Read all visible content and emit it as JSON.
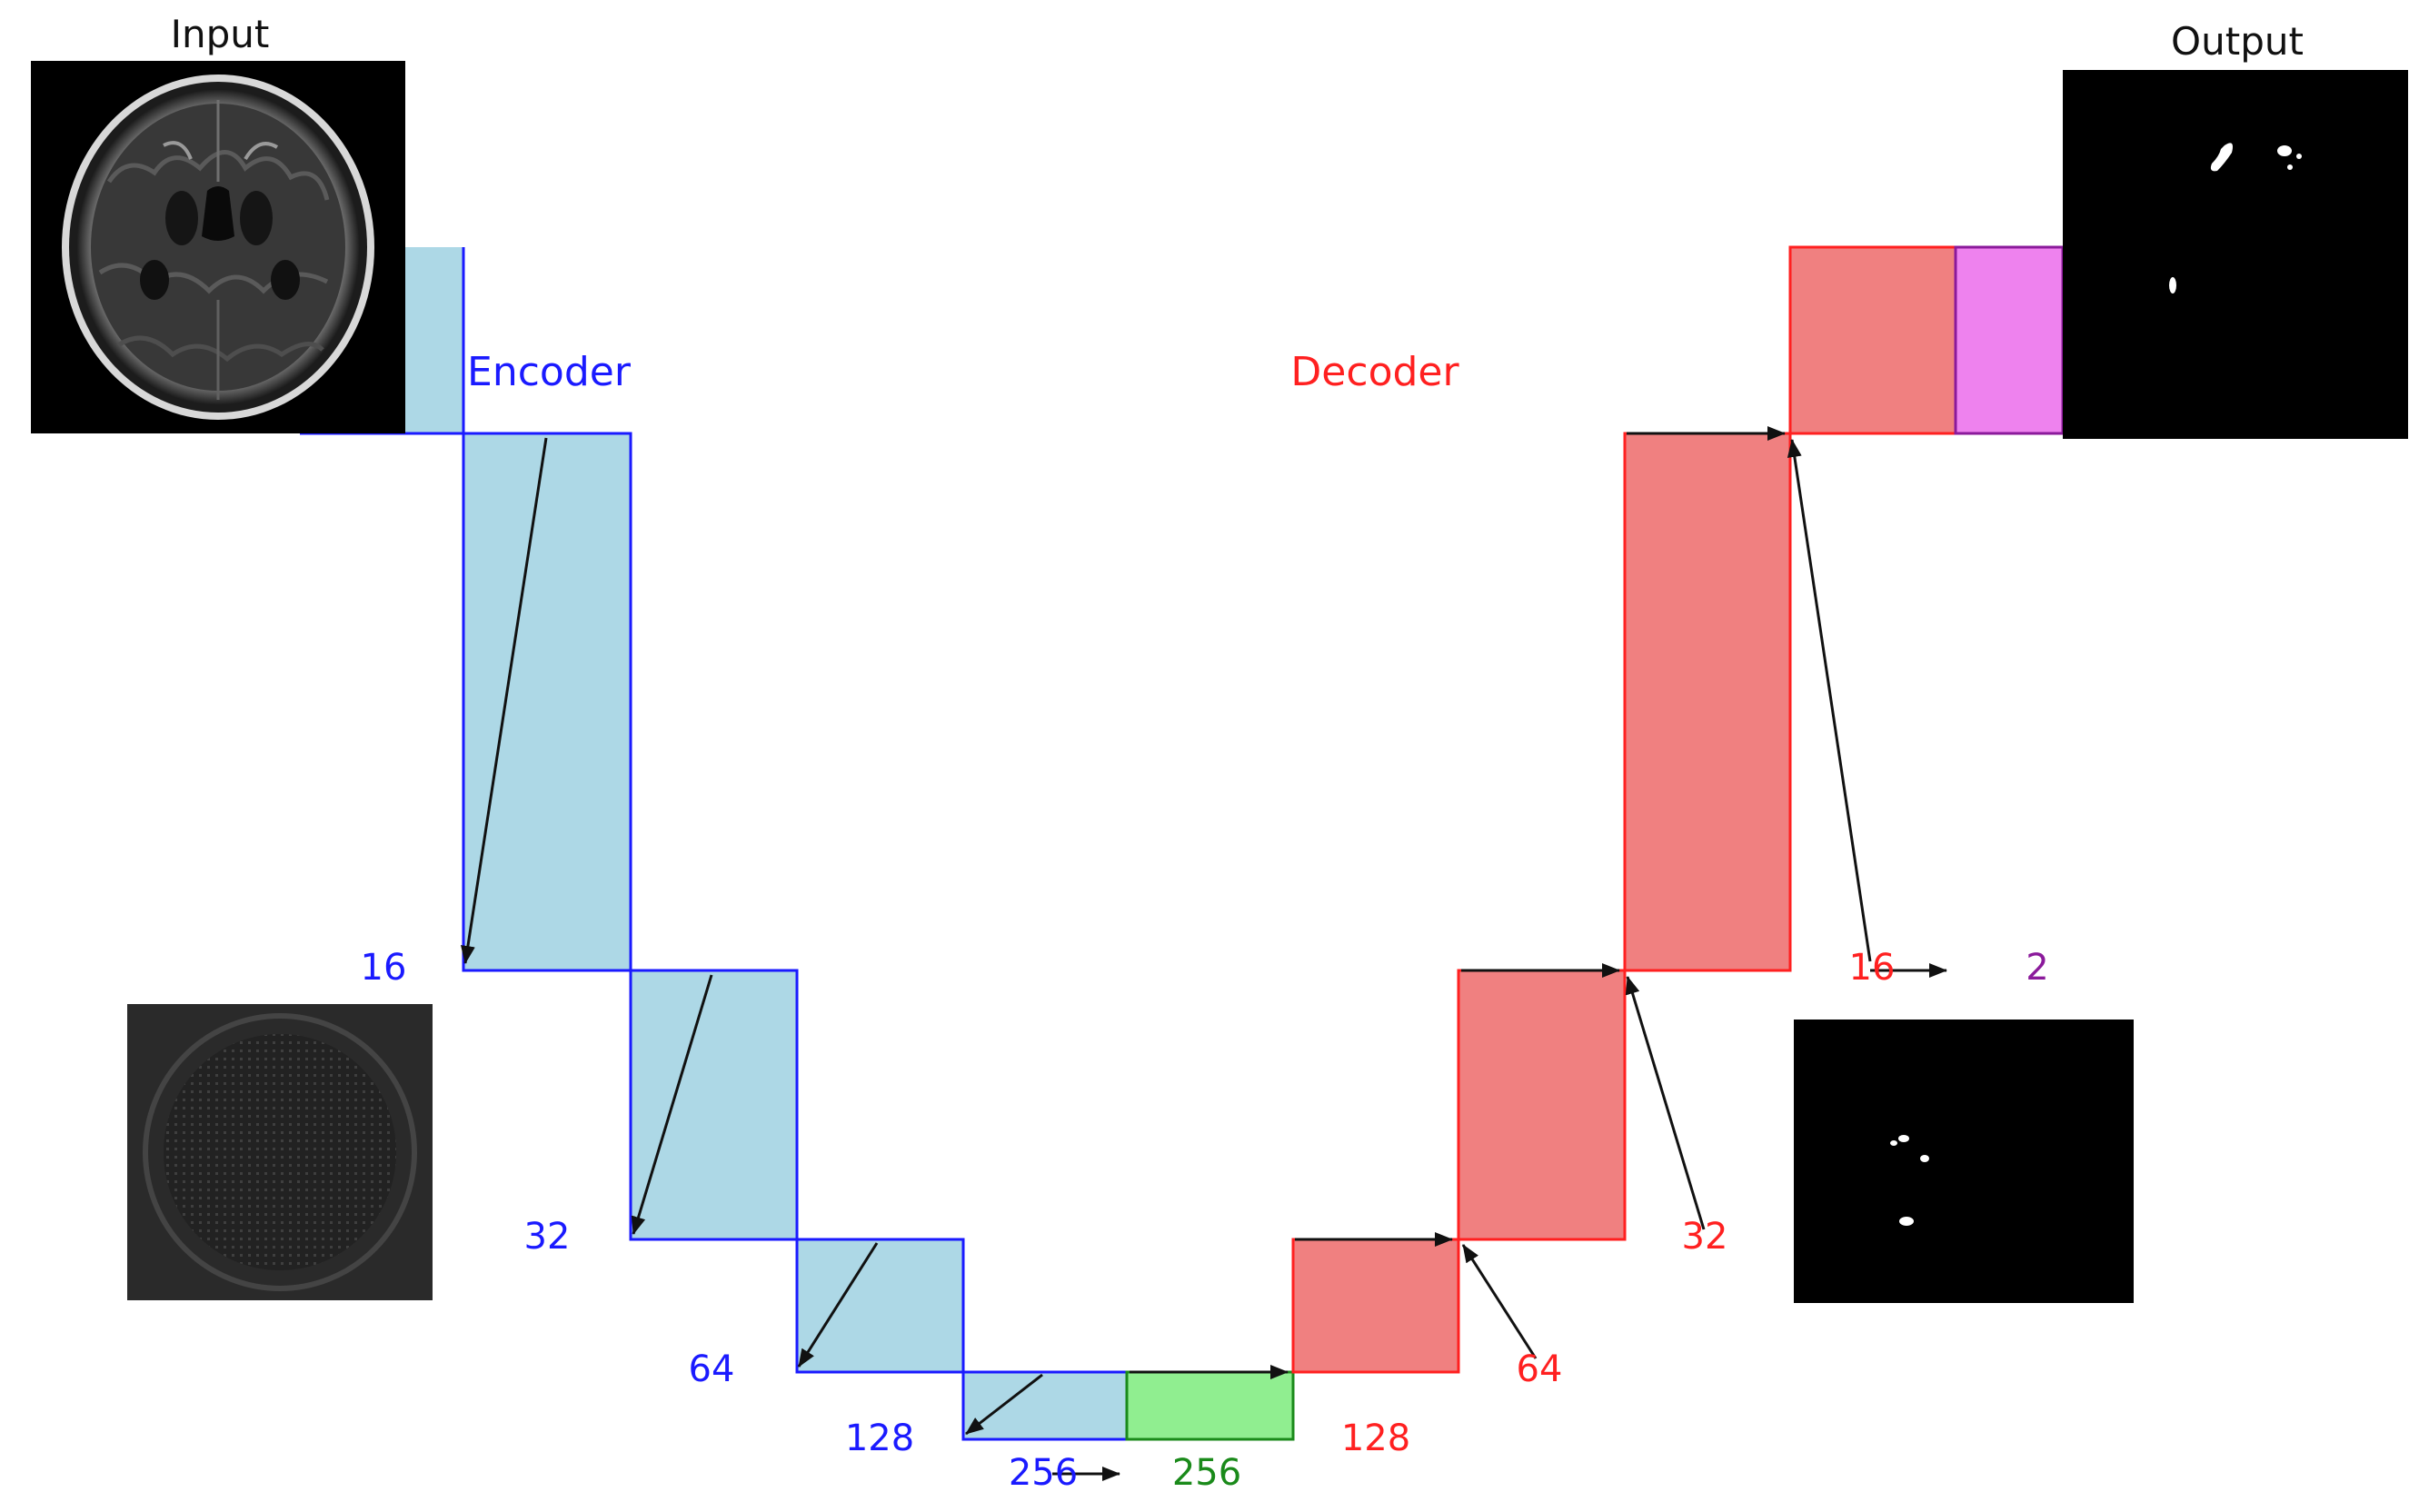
{
  "input_title": "Input",
  "output_title": "Output",
  "encoder_label": "Encoder",
  "decoder_label": "Decoder",
  "colors": {
    "encoder_fill": "#add8e6",
    "encoder_stroke": "#1a1aff",
    "bottleneck_fill": "#90ee90",
    "bottleneck_stroke": "#1a8a1a",
    "decoder_fill": "#f08080",
    "decoder_stroke": "#ff2020",
    "output_fill": "#ee82ee",
    "output_text": "#8b1a9b",
    "arrow": "#111111"
  },
  "encoder_channels": [
    "16",
    "32",
    "64",
    "128",
    "256"
  ],
  "bottleneck_channels": "256",
  "decoder_channels": [
    "128",
    "64",
    "32",
    "16"
  ],
  "output_channels": "2",
  "images": {
    "input": "brain-mri-slice",
    "encoder_feature": "feature-map-grid",
    "decoder_mask": "predicted-mask",
    "output": "segmentation-output"
  }
}
